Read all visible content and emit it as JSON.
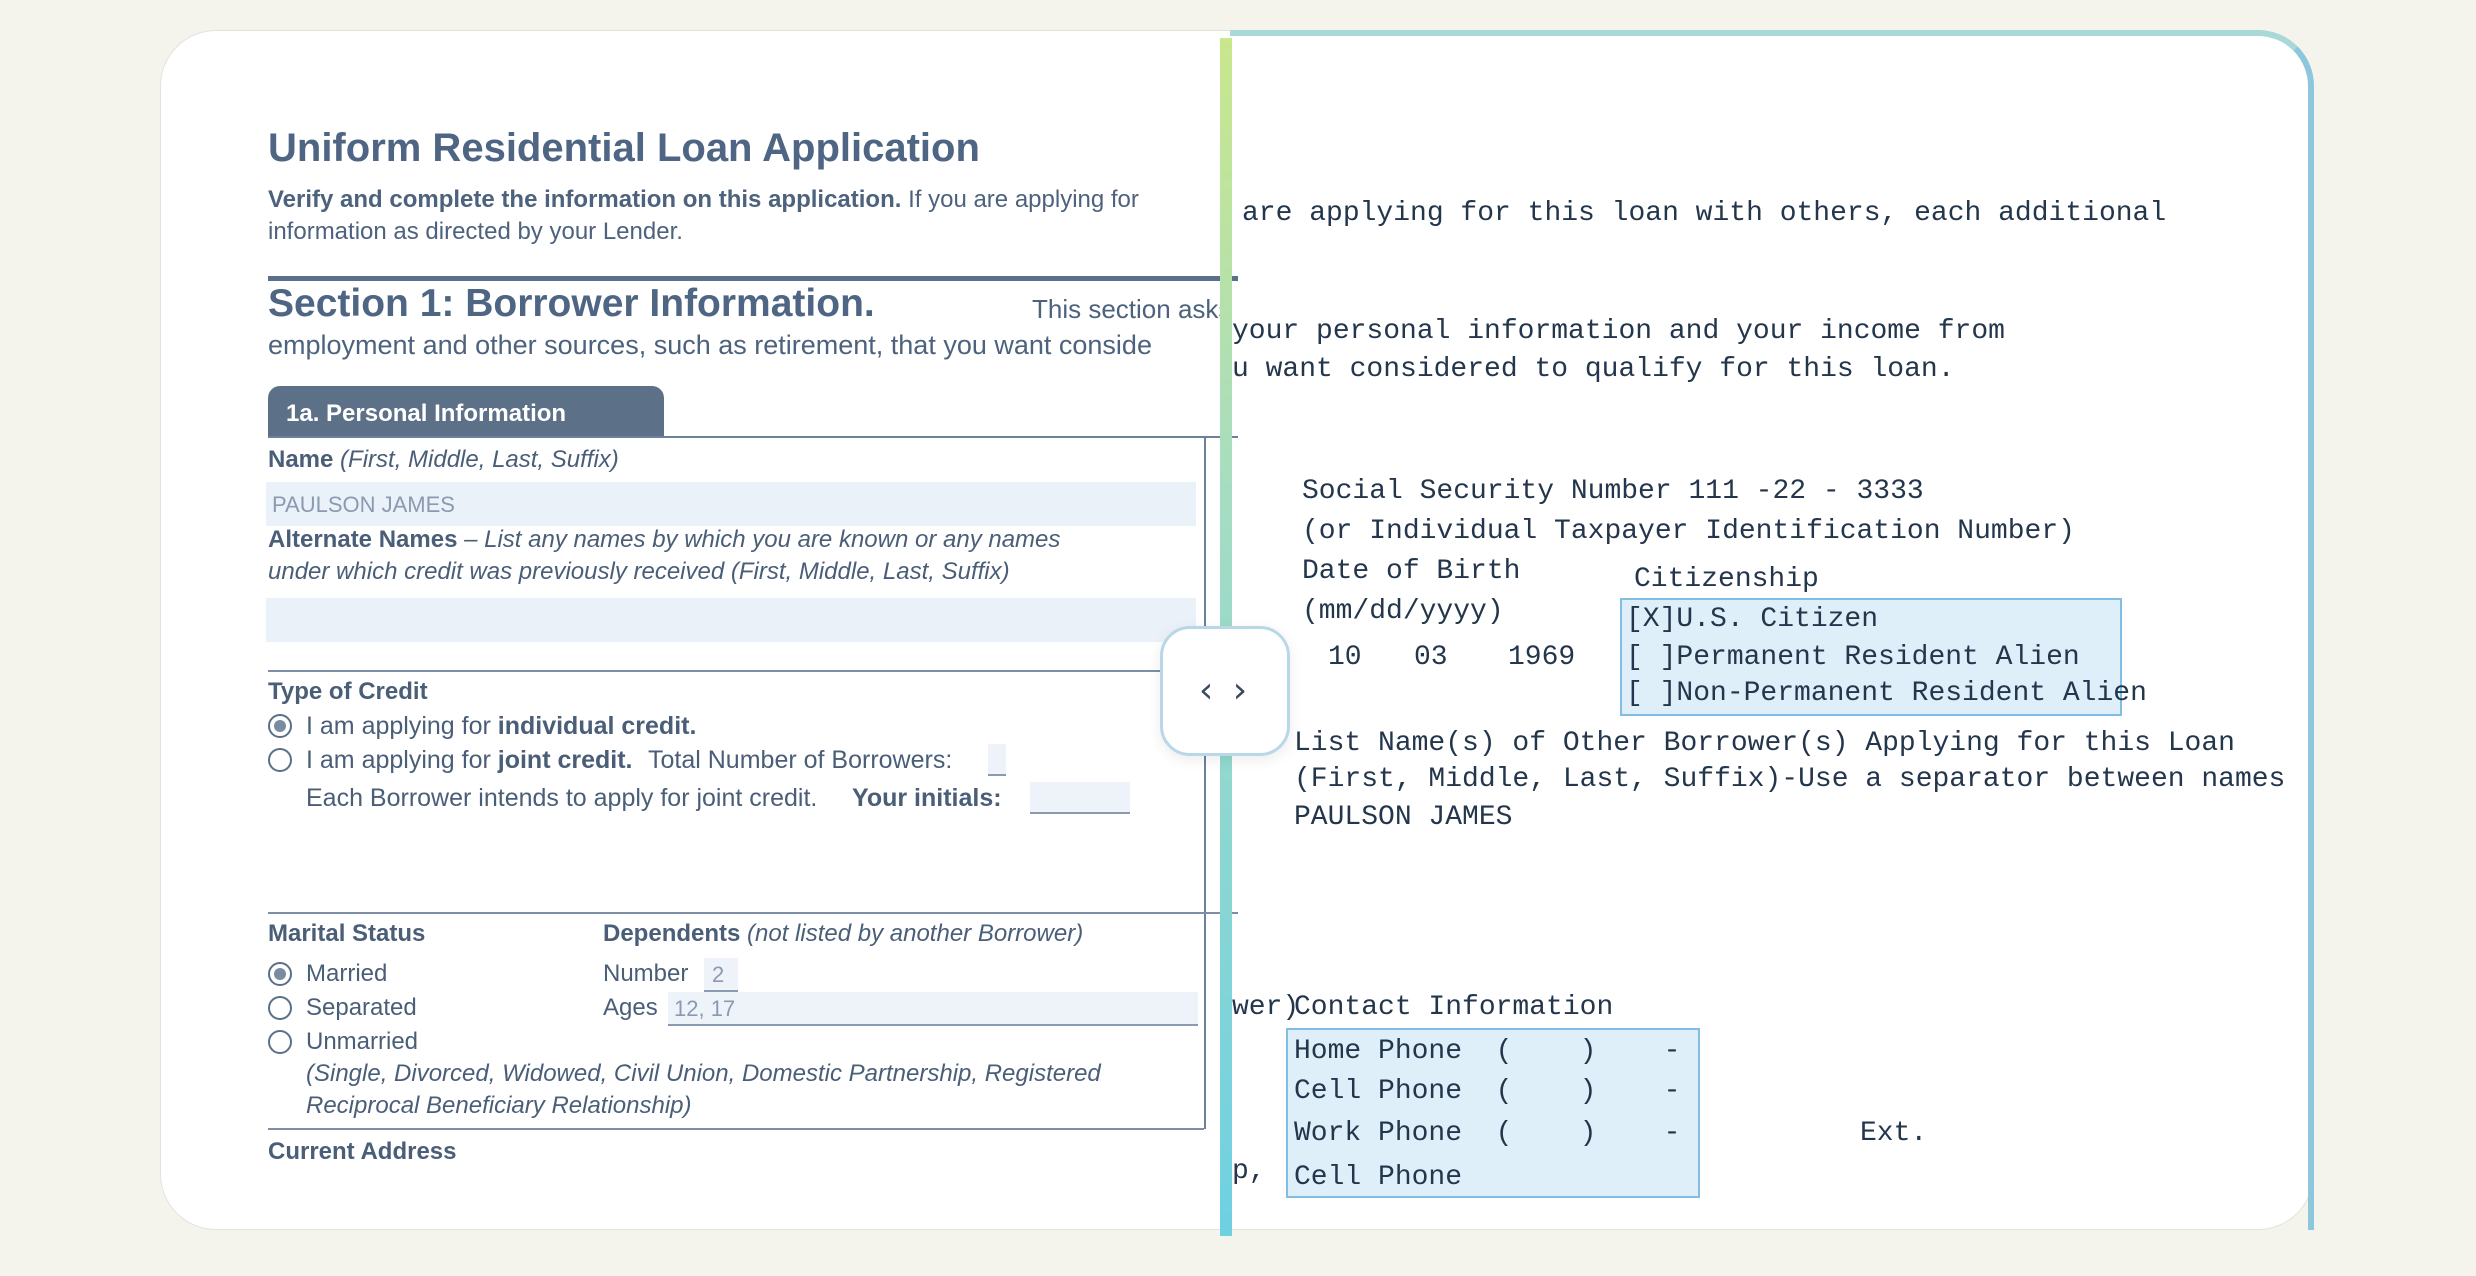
{
  "left": {
    "title": "Uniform Residential Loan Application",
    "intro_bold": "Verify and complete the information on this application.",
    "intro_rest": " If you are applying for",
    "intro_line2": "information as directed by your Lender.",
    "section_title": "Section 1: Borrower Information.",
    "section_desc": "This section asks about y",
    "section_desc2": "employment and other sources, such as retirement, that you want conside",
    "tab_label": "1a. Personal Information",
    "name_label": "Name",
    "name_hint": "(First, Middle, Last, Suffix)",
    "name_value": "PAULSON JAMES",
    "alt_names_label": "Alternate Names",
    "alt_names_hint1": " – List any names by which you are known or any names",
    "alt_names_hint2": "under which credit was previously received  (First, Middle, Last, Suffix)",
    "type_of_credit": "Type of Credit",
    "individual_pre": "I am applying for ",
    "individual_bold": "individual credit.",
    "joint_pre": "I am applying for ",
    "joint_bold": "joint credit.",
    "joint_total": "Total Number of Borrowers:",
    "joint_each": "Each Borrower intends to apply for joint credit.",
    "joint_initials": "Your initials:",
    "marital_status": "Marital Status",
    "married": "Married",
    "separated": "Separated",
    "unmarried": "Unmarried",
    "unmarried_note1": "(Single, Divorced, Widowed, Civil Union, Domestic Partnership, Registered",
    "unmarried_note2": "Reciprocal Beneficiary Relationship)",
    "dependents": "Dependents",
    "dependents_hint": "(not listed by another Borrower)",
    "number_label": "Number",
    "number_value": "2",
    "ages_label": "Ages",
    "ages_value": "12, 17",
    "current_address_partial": "Current Address"
  },
  "right": {
    "line1": "are applying for this loan with others, each additional",
    "line2": "your personal information and your income from",
    "line3": "u want considered to qualify for this loan.",
    "ssn": "Social Security Number 111 -22 - 3333",
    "itin": "(or Individual Taxpayer Identification Number)",
    "dob_label": "Date of Birth",
    "dob_format": "(mm/dd/yyyy)",
    "dob_month": "10",
    "dob_day": "03",
    "dob_year": "1969",
    "citizenship_label": "Citizenship",
    "citizen_us": "[X]U.S. Citizen",
    "citizen_pra": "[ ]Permanent Resident Alien",
    "citizen_npra": "[ ]Non-Permanent Resident Alien",
    "other_borrowers1": "List Name(s) of Other Borrower(s) Applying for this Loan",
    "other_borrowers2": "(First, Middle, Last, Suffix)-Use a separator between names",
    "other_borrowers_value": "PAULSON JAMES",
    "wer": "wer)",
    "contact_label": "Contact Information",
    "home_phone": "Home Phone  (    )    -",
    "cell_phone": "Cell Phone  (    )    -",
    "work_phone": "Work Phone  (    )    -",
    "ext": "Ext.",
    "cell_phone2": "Cell Phone",
    "p_comma": "p,"
  },
  "handle": {
    "icon": "compare-arrows-icon",
    "glyph": "‹ ›"
  },
  "colors": {
    "background": "#f4f4ec",
    "form_text": "#4a5e78",
    "field_fill": "#eaf1f9",
    "highlight_fill": "#deeff9",
    "highlight_border": "#82bde3"
  }
}
